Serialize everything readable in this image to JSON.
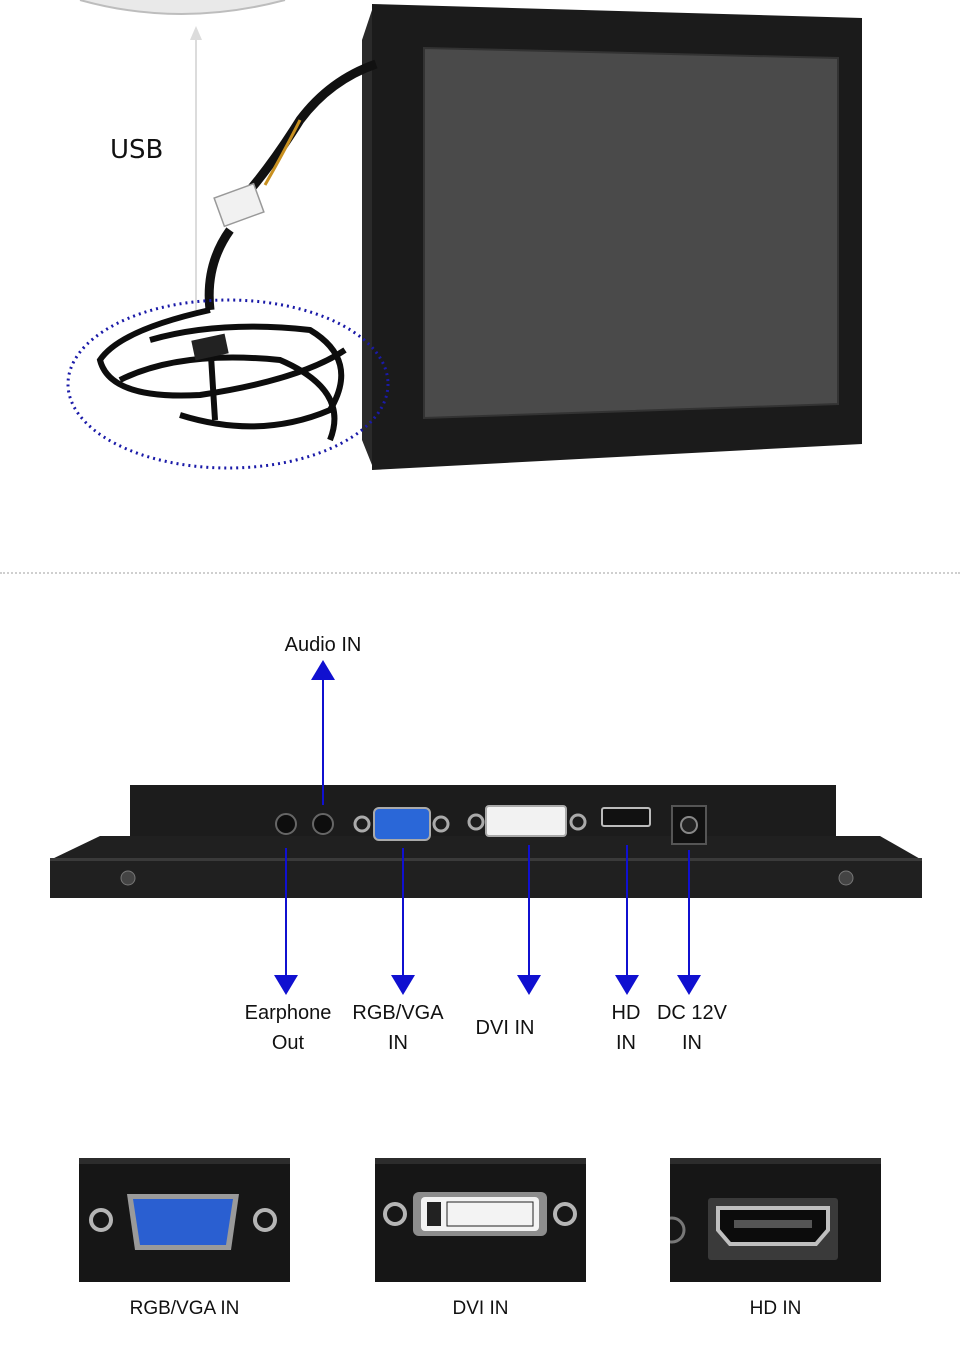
{
  "top": {
    "usb_label": "USB"
  },
  "ports": {
    "audio_in": "Audio IN",
    "earphone_out": [
      "Earphone",
      "Out"
    ],
    "rgb_vga_in": [
      "RGB/VGA",
      "IN"
    ],
    "dvi_in": "DVI IN",
    "hd_in": [
      "HD",
      "IN"
    ],
    "dc_in": [
      "DC 12V",
      "IN"
    ]
  },
  "closeups": {
    "vga": "RGB/VGA IN",
    "dvi": "DVI IN",
    "hd": "HD IN"
  },
  "colors": {
    "arrow": "#1010d0",
    "loop": "#1a1aa8",
    "metal": "#1c1c1c"
  }
}
